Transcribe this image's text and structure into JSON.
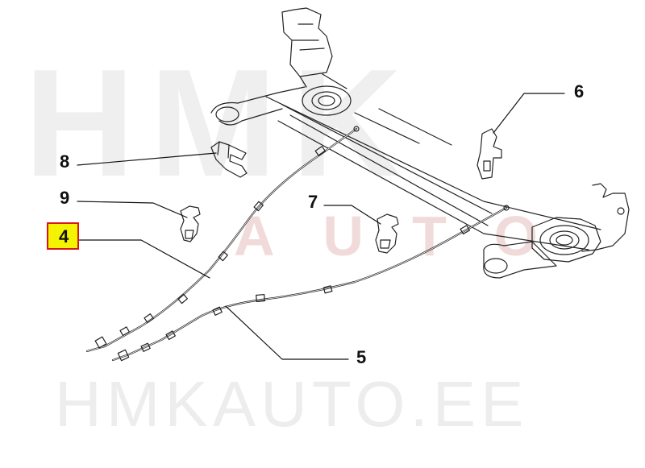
{
  "watermark": {
    "big_text": "HMK",
    "mid_text": "AUTO",
    "bottom_text": "HMKAUTO.EE"
  },
  "callouts": [
    {
      "id": "c6",
      "number": "6"
    },
    {
      "id": "c8",
      "number": "8"
    },
    {
      "id": "c9",
      "number": "9"
    },
    {
      "id": "c7",
      "number": "7"
    },
    {
      "id": "c4",
      "number": "4",
      "highlighted": true
    },
    {
      "id": "c5",
      "number": "5"
    }
  ],
  "colors": {
    "highlight_fill": "#f4f400",
    "highlight_border": "#d81818",
    "line": "#111111"
  }
}
